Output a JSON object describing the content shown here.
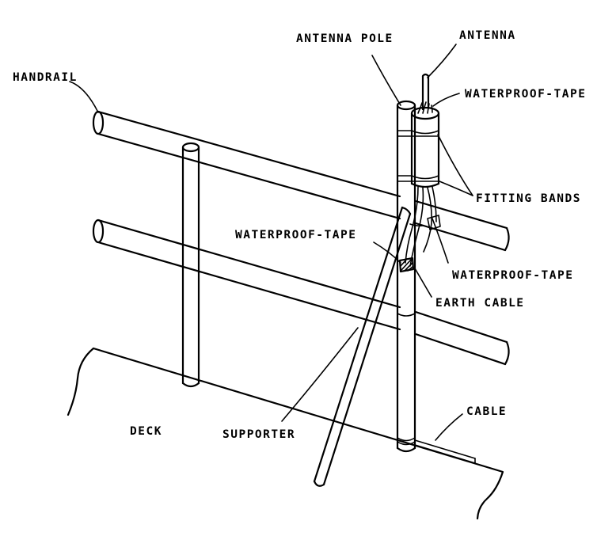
{
  "labels": {
    "antenna_pole": "ANTENNA POLE",
    "antenna": "ANTENNA",
    "handrail": "HANDRAIL",
    "waterproof_tape_top": "WATERPROOF-TAPE",
    "fitting_bands": "FITTING BANDS",
    "waterproof_tape_left": "WATERPROOF-TAPE",
    "waterproof_tape_right": "WATERPROOF-TAPE",
    "earth_cable": "EARTH CABLE",
    "cable": "CABLE",
    "deck": "DECK",
    "supporter": "SUPPORTER"
  },
  "colors": {
    "ink": "#000000",
    "paper": "#ffffff"
  }
}
